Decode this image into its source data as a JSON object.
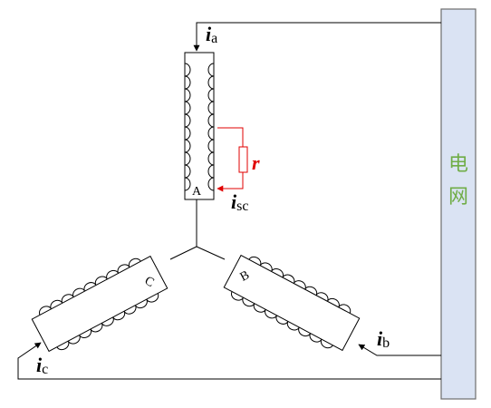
{
  "grid": {
    "label_line1": "电",
    "label_line2": "网",
    "fill": "#dae3f3",
    "border": "#6d6d6d",
    "text_color": "#70ad47"
  },
  "fault_color": "#e00000",
  "currents": {
    "a": {
      "symbol": "i",
      "sub": "a"
    },
    "b": {
      "symbol": "i",
      "sub": "b"
    },
    "c": {
      "symbol": "i",
      "sub": "c"
    },
    "sc": {
      "symbol": "i",
      "sub": "sc"
    }
  },
  "windings": {
    "a": "A",
    "b": "B",
    "c": "C"
  },
  "resistor": {
    "label": "r"
  }
}
